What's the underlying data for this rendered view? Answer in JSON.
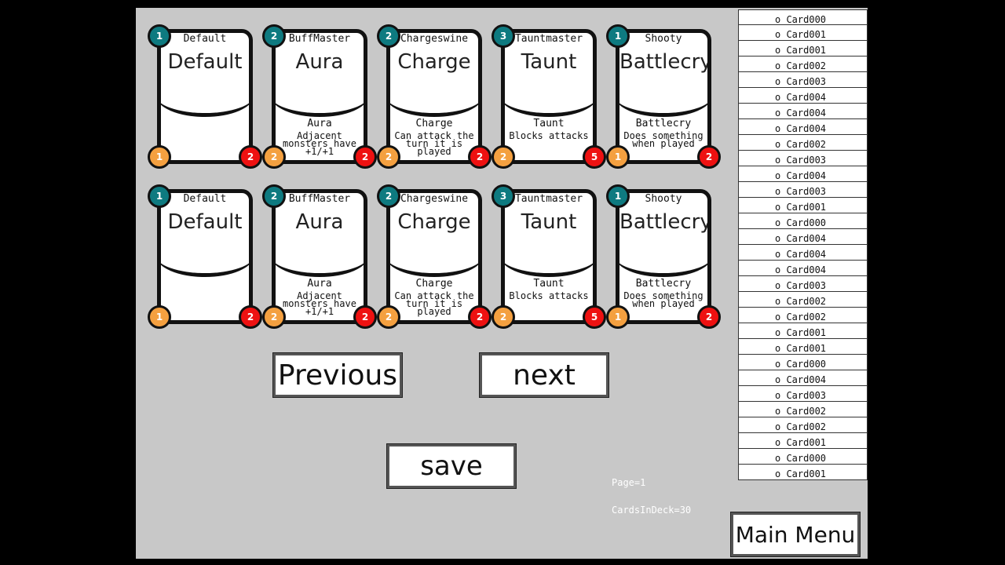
{
  "cards": [
    {
      "name": "Default",
      "title": "Default",
      "ability": "",
      "description": "",
      "cost": "1",
      "attack": "1",
      "health": "2"
    },
    {
      "name": "BuffMaster",
      "title": "Aura",
      "ability": "Aura",
      "description": "Adjacent monsters have +1/+1",
      "cost": "2",
      "attack": "2",
      "health": "2"
    },
    {
      "name": "Chargeswine",
      "title": "Charge",
      "ability": "Charge",
      "description": "Can attack the turn it is played",
      "cost": "2",
      "attack": "2",
      "health": "2"
    },
    {
      "name": "Tauntmaster",
      "title": "Taunt",
      "ability": "Taunt",
      "description": "Blocks attacks",
      "cost": "3",
      "attack": "2",
      "health": "5"
    },
    {
      "name": "Shooty",
      "title": "Battlecry",
      "ability": "Battlecry",
      "description": "Does something when played",
      "cost": "1",
      "attack": "1",
      "health": "2"
    },
    {
      "name": "Default",
      "title": "Default",
      "ability": "",
      "description": "",
      "cost": "1",
      "attack": "1",
      "health": "2"
    },
    {
      "name": "BuffMaster",
      "title": "Aura",
      "ability": "Aura",
      "description": "Adjacent monsters have +1/+1",
      "cost": "2",
      "attack": "2",
      "health": "2"
    },
    {
      "name": "Chargeswine",
      "title": "Charge",
      "ability": "Charge",
      "description": "Can attack the turn it is played",
      "cost": "2",
      "attack": "2",
      "health": "2"
    },
    {
      "name": "Tauntmaster",
      "title": "Taunt",
      "ability": "Taunt",
      "description": "Blocks attacks",
      "cost": "3",
      "attack": "2",
      "health": "5"
    },
    {
      "name": "Shooty",
      "title": "Battlecry",
      "ability": "Battlecry",
      "description": "Does something when played",
      "cost": "1",
      "attack": "1",
      "health": "2"
    }
  ],
  "buttons": {
    "previous": "Previous",
    "next": "next",
    "save": "save",
    "main_menu": "Main Menu"
  },
  "status": {
    "page": "Page=1",
    "cards_in_deck": "CardsInDeck=30"
  },
  "deck": [
    "Card000",
    "Card001",
    "Card001",
    "Card002",
    "Card003",
    "Card004",
    "Card004",
    "Card004",
    "Card002",
    "Card003",
    "Card004",
    "Card003",
    "Card001",
    "Card000",
    "Card004",
    "Card004",
    "Card004",
    "Card003",
    "Card002",
    "Card002",
    "Card001",
    "Card001",
    "Card000",
    "Card004",
    "Card003",
    "Card002",
    "Card002",
    "Card001",
    "Card000",
    "Card001"
  ],
  "colors": {
    "cost": "#0e7a80",
    "attack": "#f4a040",
    "health": "#ee1111",
    "background": "#c8c8c8"
  }
}
